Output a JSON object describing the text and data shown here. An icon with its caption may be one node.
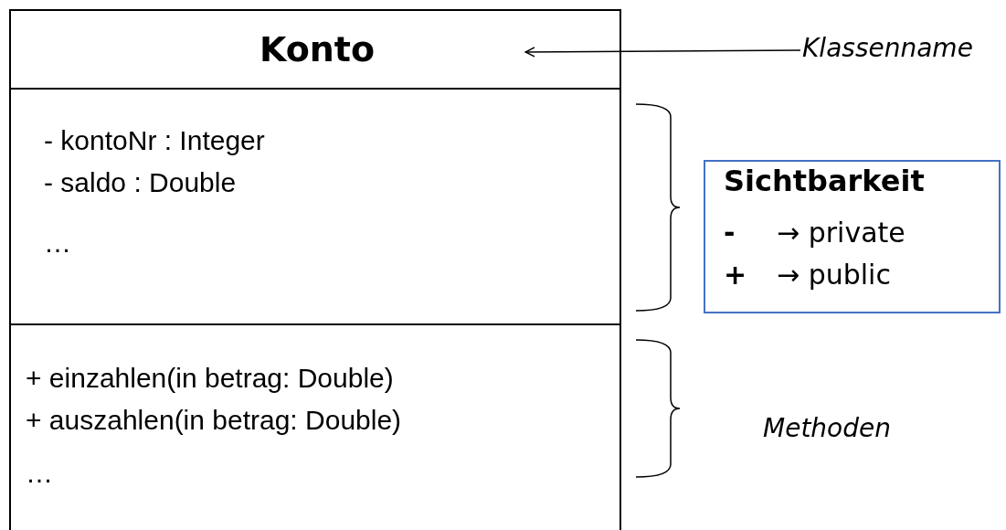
{
  "diagram": {
    "nodes": [
      {
        "text": [
          "Konto"
        ]
      },
      {
        "text": [
          "- kontoNr : Integer",
          "- saldo : Double",
          "…"
        ]
      },
      {
        "text": [
          "+ einzahlen(in betrag: Double)",
          "+ auszahlen(in betrag: Double)",
          "…"
        ]
      },
      {
        "text": [
          "Klassenname"
        ]
      },
      {
        "text": [
          "Sichtbarkeit",
          "-",
          "→ private",
          "+",
          "→ public"
        ]
      }
    ],
    "edges": [
      {
        "from": 3,
        "to": 0,
        "arrow": "to"
      }
    ],
    "labels": [
      "Methoden"
    ]
  }
}
